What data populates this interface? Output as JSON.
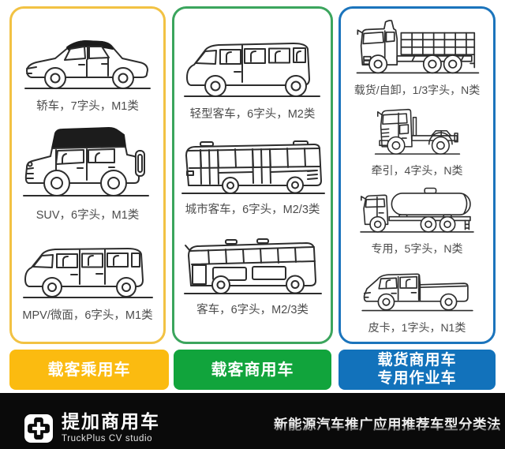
{
  "columns": [
    {
      "category": "载客乘用车",
      "accent_color": "#F2C243",
      "button_color": "#FBBB10",
      "button": {
        "label": "载客乘用车"
      },
      "items": [
        {
          "vehicle": "sedan",
          "caption": "轿车，7字头，M1类"
        },
        {
          "vehicle": "suv",
          "caption": "SUV，6字头，M1类"
        },
        {
          "vehicle": "mpv-minivan",
          "caption": "MPV/微面，6字头，M1类"
        }
      ]
    },
    {
      "category": "载客商用车",
      "accent_color": "#3BA55D",
      "button_color": "#11A43C",
      "button": {
        "label": "载客商用车"
      },
      "items": [
        {
          "vehicle": "light-bus",
          "caption": "轻型客车，6字头，M2类"
        },
        {
          "vehicle": "city-bus",
          "caption": "城市客车，6字头，M2/3类"
        },
        {
          "vehicle": "coach-bus",
          "caption": "客车，6字头，M2/3类"
        }
      ]
    },
    {
      "category": "载货商用车 / 专用作业车",
      "accent_color": "#1B74BC",
      "button_color": "#1272BB",
      "button": {
        "label": "载货商用车",
        "label2": "专用作业车"
      },
      "items": [
        {
          "vehicle": "cargo-dump-truck",
          "caption": "载货/自卸，1/3字头，N类"
        },
        {
          "vehicle": "tractor-truck",
          "caption": "牵引，4字头，N类"
        },
        {
          "vehicle": "special-tank-truck",
          "caption": "专用，5字头，N类"
        },
        {
          "vehicle": "pickup-truck",
          "caption": "皮卡，1字头，N1类"
        }
      ]
    }
  ],
  "footer": {
    "background": "#0A0A0A",
    "brand": "提加商用车",
    "brand_sub": "TruckPlus CV studio",
    "caption": "新能源汽车推广应用推荐车型分类法"
  }
}
